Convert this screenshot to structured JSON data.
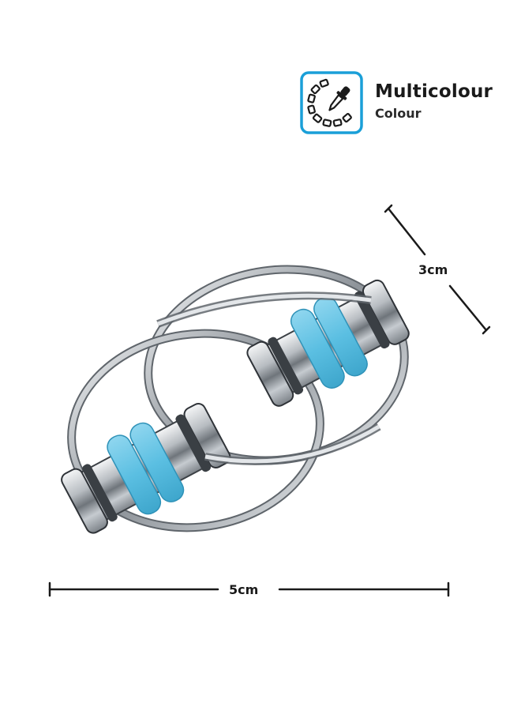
{
  "badge": {
    "title": "Multicolour",
    "subtitle": "Colour",
    "icon": "eyedropper-palette-icon",
    "accent": "#1a9fd8"
  },
  "dimensions": {
    "height_label": "3cm",
    "width_label": "5cm"
  },
  "product": {
    "name": "flippy-chain-fidget",
    "ring_color": "#c9ced3",
    "band_color": "#6cc8e8",
    "bearing_color": "#b8bdc2"
  }
}
